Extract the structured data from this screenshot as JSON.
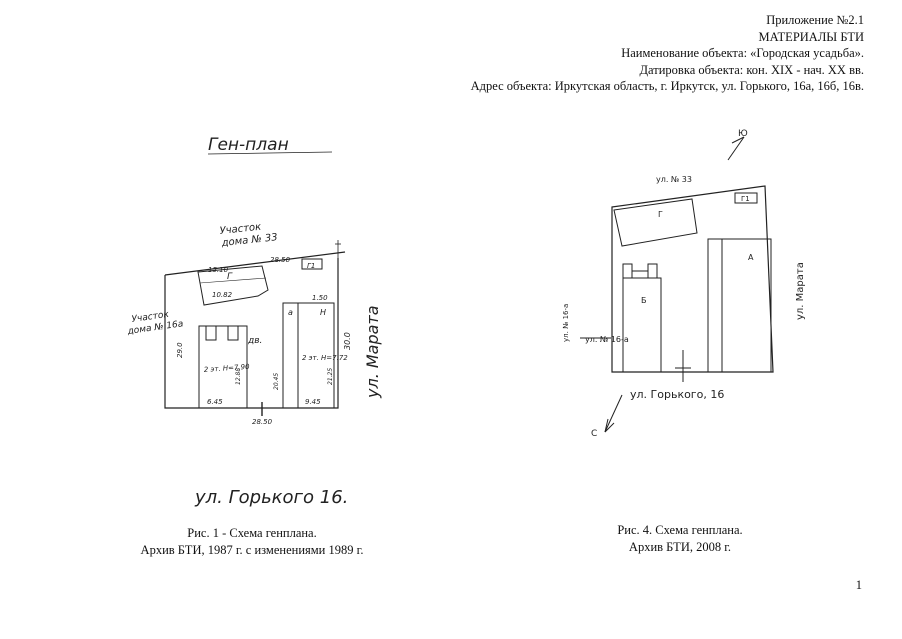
{
  "header": {
    "line1": "Приложение №2.1",
    "line2": "МАТЕРИАЛЫ БТИ",
    "line3": "Наименование объекта: «Городская усадьба».",
    "line4": "Датировка объекта: кон. XIX - нач. XX вв.",
    "line5": "Адрес объекта: Иркутская область, г. Иркутск, ул. Горького, 16а, 16б, 16в."
  },
  "fig1": {
    "title": "Ген-план",
    "neighbor_top_1": "Участок",
    "neighbor_top_2": "дома № 33",
    "neighbor_left_1": "Участок",
    "neighbor_left_2": "дома № 16а",
    "street_right": "ул. Марата",
    "street_bottom": "ул. Горького 16.",
    "labels": {
      "g": "Г",
      "g1": "Г1",
      "a": "а",
      "n": "Н",
      "yard": "дв.",
      "dim_top": "28.50",
      "dim_bottom": "28.50",
      "dim_right": "30.0",
      "dim_left": "29.0",
      "dim_1510": "15.10",
      "dim_1082": "10.82",
      "dim_645": "6.45",
      "dim_945": "9.45",
      "dim_150": "1.50",
      "floors_b": "2 эт. Н=7.90",
      "floors_a": "2 эт. Н=7.72",
      "dim_1288": "12.88",
      "dim_2045": "20.45",
      "dim_2125": "21.25"
    },
    "caption_1": "Рис. 1 - Схема генплана.",
    "caption_2": "Архив БТИ, 1987 г. с изменениями 1989 г."
  },
  "fig4": {
    "north_label": "Ю",
    "south_label": "С",
    "neighbor_top": "ул. № 33",
    "neighbor_left": "ул. № 16-а",
    "street_right": "ул. Марата",
    "street_bottom": "ул. Горького, 16",
    "labels": {
      "g": "Г",
      "g1": "Г1",
      "a": "А",
      "b": "Б"
    },
    "caption_1": "Рис. 4. Схема генплана.",
    "caption_2": "Архив БТИ, 2008 г."
  },
  "page_number": "1"
}
